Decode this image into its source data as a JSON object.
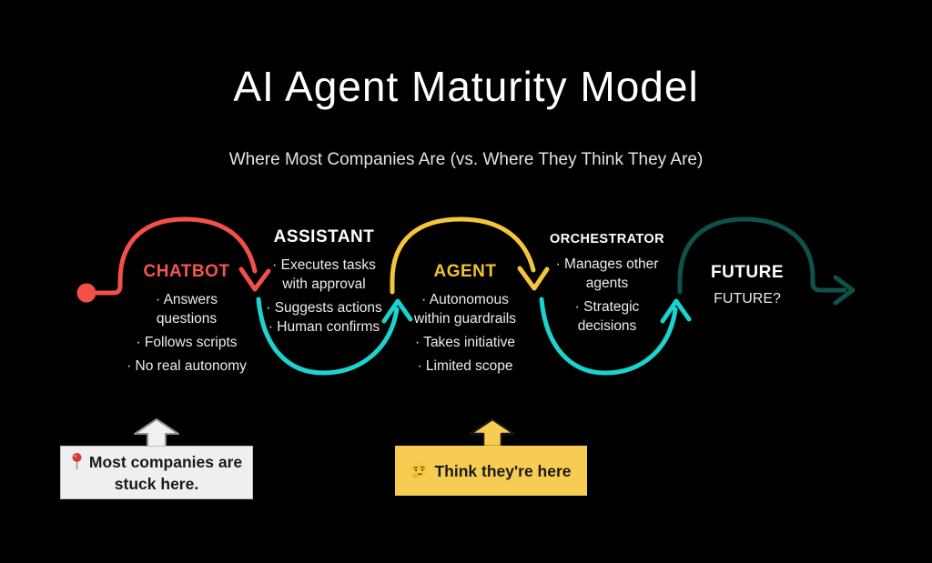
{
  "title": "AI Agent Maturity Model",
  "subtitle": "Where Most Companies Are (vs. Where They Think They Are)",
  "colors": {
    "background": "#000000",
    "red": "#f25049",
    "teal": "#1dd3cf",
    "yellow": "#f4c53d",
    "dark_teal": "#11514c",
    "chatbot_label": "#f4564f",
    "agent_label": "#f1c232",
    "bullet_text": "#ececec",
    "callout_gray_bg": "#efeff1",
    "callout_gray_arrow": "#f1f1f2",
    "callout_yellow_bg": "#f6cd52",
    "callout_yellow_arrow": "#f6cd52"
  },
  "stages": [
    {
      "label": "CHATBOT",
      "lines": [
        "· Answers",
        "questions",
        "· Follows scripts",
        "· No real autonomy"
      ]
    },
    {
      "label": "ASSISTANT",
      "lines": [
        "· Executes tasks",
        "with approval",
        "· Suggests actions",
        "· Human confirms"
      ]
    },
    {
      "label": "AGENT",
      "lines": [
        "· Autonomous",
        "within guardrails",
        "· Takes initiative",
        "· Limited scope"
      ]
    },
    {
      "label": "ORCHESTRATOR",
      "lines": [
        "· Manages other",
        "agents",
        "· Strategic",
        "decisions"
      ]
    },
    {
      "label": "FUTURE",
      "sublabel": "FUTURE?"
    }
  ],
  "callouts": [
    {
      "icon": "pushpin-icon",
      "text_line1": "Most companies are",
      "text_line2": "stuck here."
    },
    {
      "icon": "thinking-face-icon",
      "text": "Think they're here"
    }
  ]
}
